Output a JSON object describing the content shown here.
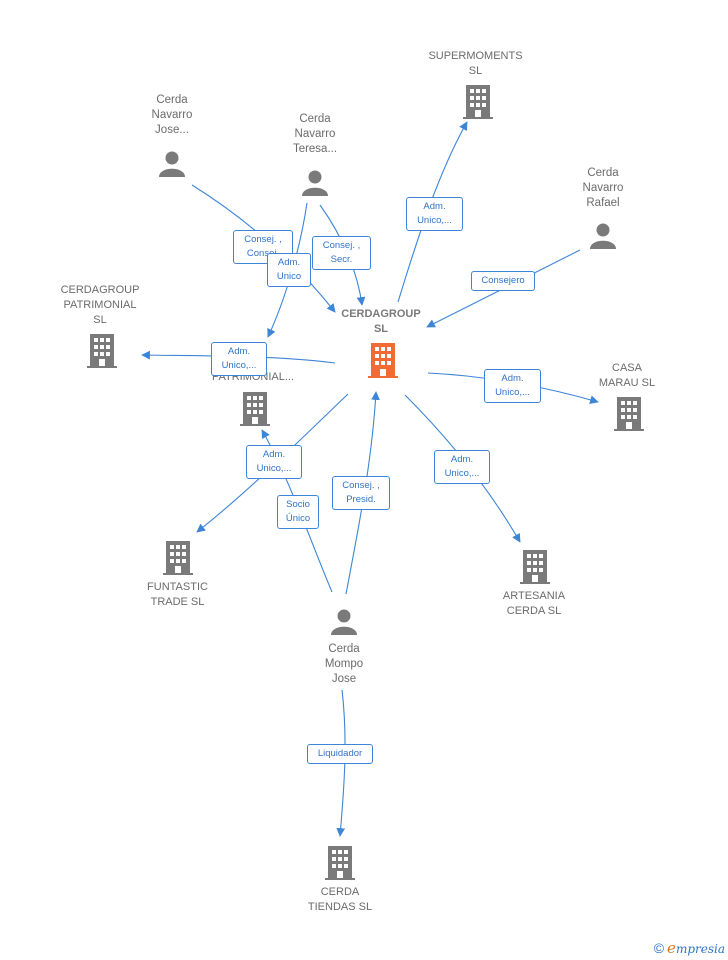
{
  "colors": {
    "edge": "#3d85d6",
    "node": "#7a7a7a",
    "center": "#f26a35"
  },
  "nodes": {
    "center": {
      "label": "CERDAGROUP\nSL"
    },
    "supermoments": {
      "label": "SUPERMOMENTS\nSL"
    },
    "cerda_navarro_jose": {
      "label": "Cerda\nNavarro\nJose..."
    },
    "cerda_navarro_teresa": {
      "label": "Cerda\nNavarro\nTeresa..."
    },
    "cerda_navarro_rafael": {
      "label": "Cerda\nNavarro\nRafael"
    },
    "cerdagroup_patrimonial": {
      "label": "CERDAGROUP\nPATRIMONIAL\nSL"
    },
    "a_patrimonial": {
      "label": "...A\nPATRIMONIAL..."
    },
    "casa_marau": {
      "label": "CASA\nMARAU  SL"
    },
    "funtastic": {
      "label": "FUNTASTIC\nTRADE  SL"
    },
    "artesania": {
      "label": "ARTESANIA\nCERDA SL"
    },
    "cerda_mompo_jose": {
      "label": "Cerda\nMompo\nJose"
    },
    "cerda_tiendas": {
      "label": "CERDA\nTIENDAS SL"
    }
  },
  "edges": {
    "to_supermoments": "Adm.\nUnico,...",
    "jose_consej": "Consej. ,\nConsej.",
    "teresa_adm": "Adm.\nUnico",
    "teresa_consej": "Consej. ,\nSecr.",
    "rafael_consejero": "Consejero",
    "to_patrimonial": "Adm.\nUnico,...",
    "to_casa_marau": "Adm.\nUnico,...",
    "to_funtastic": "Adm.\nUnico,...",
    "mompo_socio": "Socio\nÚnico",
    "mompo_consej": "Consej. ,\nPresid.",
    "to_artesania": "Adm.\nUnico,...",
    "mompo_liquidador": "Liquidador"
  },
  "footer": {
    "copyright": "©",
    "brand_e": "e",
    "brand_rest": "mpresia"
  }
}
